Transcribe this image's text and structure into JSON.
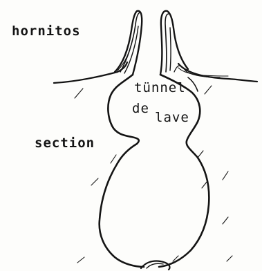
{
  "labels": {
    "hornitos": "hornitos",
    "tunnel": "tünnel",
    "de": "de",
    "lave": "lave",
    "section": "section"
  },
  "colors": {
    "ink": "#141414",
    "paper": "#fdfdfb"
  }
}
